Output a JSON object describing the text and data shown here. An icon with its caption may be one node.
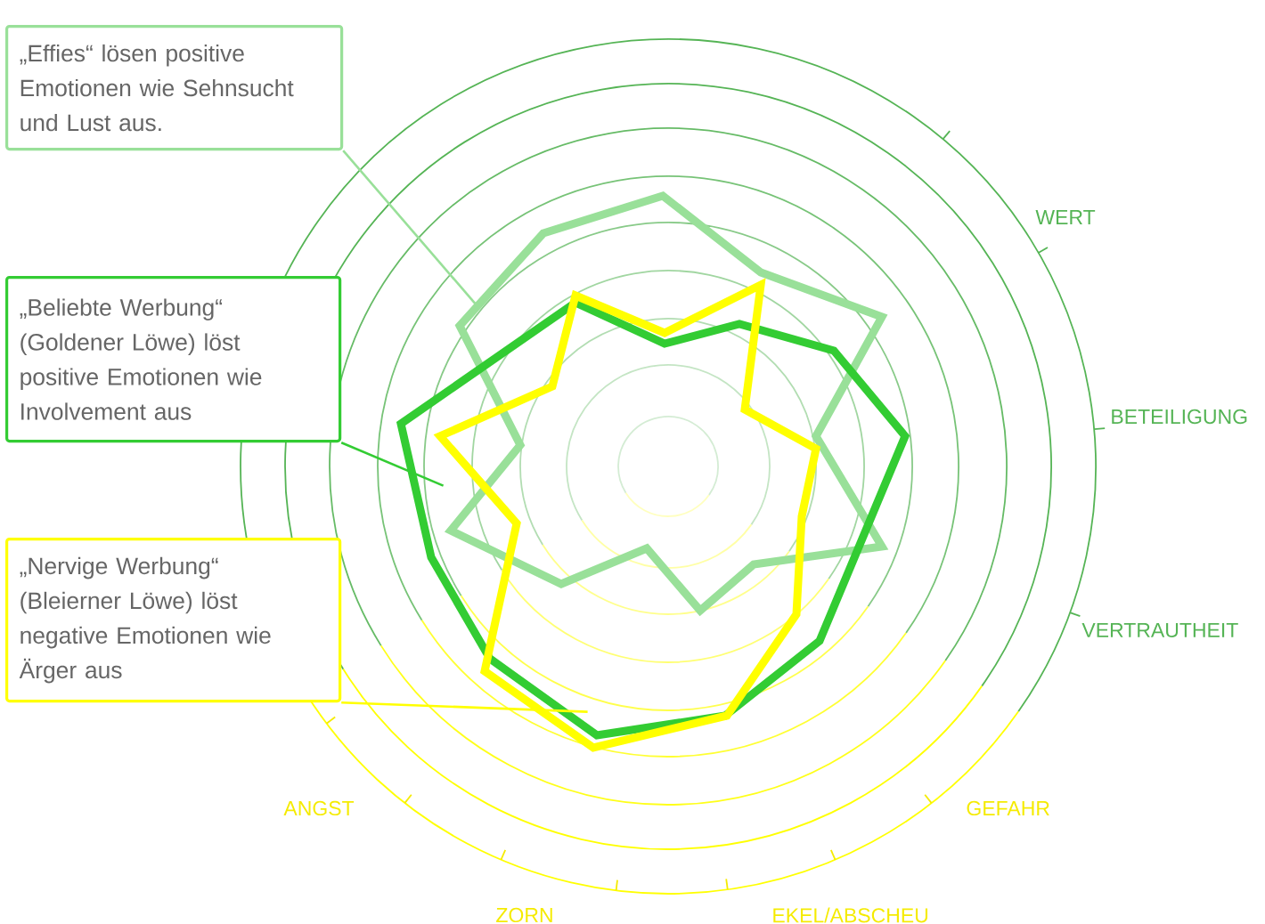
{
  "diagram": {
    "nodes": [
      {
        "text": [
          "„Effies“ lösen positive Emotionen wie Sehnsucht und Lust aus."
        ]
      },
      {
        "text": [
          "„Beliebte Werbung“ (Goldener Löwe) löst positive Emotionen wie Involvement aus"
        ]
      },
      {
        "text": [
          "„Nervige Werbung“ (Bleierner Löwe) löst negative Emotionen wie Ärger aus"
        ]
      },
      {
        "text": [],
        "shape": "polygon"
      },
      {
        "text": [],
        "shape": "polygon"
      },
      {
        "text": [],
        "shape": "polygon"
      }
    ],
    "edges": [
      {
        "from": 0,
        "to": 3,
        "arrow": "none",
        "color": "#99e099"
      },
      {
        "from": 1,
        "to": 4,
        "arrow": "none",
        "color": "#33cc33"
      },
      {
        "from": 2,
        "to": 5,
        "arrow": "none",
        "color": "#ffff00"
      }
    ],
    "labels": [
      "WERT",
      "BETEILIGUNG",
      "VERTRAUTHEIT",
      "GEFAHR",
      "EKEL/ABSCHEU",
      "ZORN",
      "ANGST"
    ]
  }
}
